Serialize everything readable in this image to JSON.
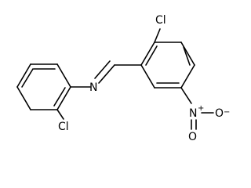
{
  "structure": {
    "atoms": {
      "cl_top": "Cl",
      "cl_bottom": "Cl",
      "imine_n": "N",
      "nitro_n": "N",
      "nitro_n_charge": "+",
      "nitro_o_right": "O",
      "nitro_o_right_charge": "−",
      "nitro_o_bottom": "O"
    },
    "colors": {
      "bond": "#000000",
      "label": "#000000",
      "background": "#ffffff"
    }
  }
}
